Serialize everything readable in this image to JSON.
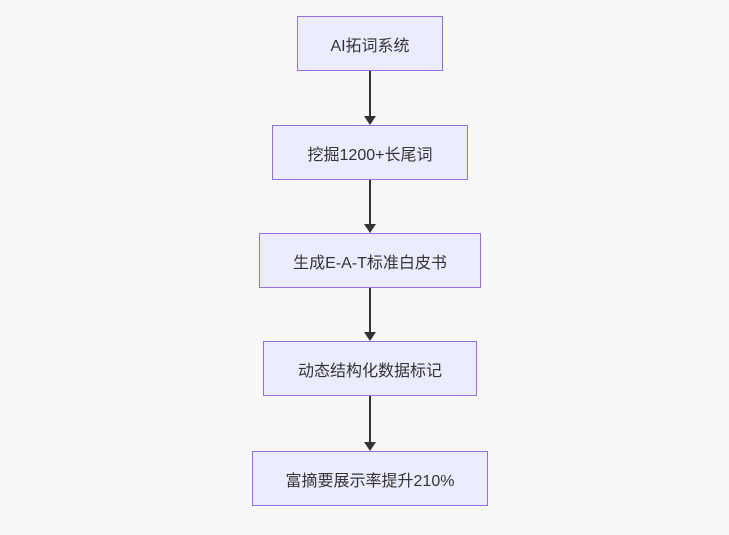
{
  "diagram": {
    "type": "flowchart-top-down",
    "colors": {
      "background": "#f8f8f8",
      "node_fill": "#ececff",
      "node_border": "#9370db",
      "text_color": "#333333",
      "arrow_color": "#333333"
    },
    "nodes": [
      {
        "id": "A",
        "label": "AI拓词系统"
      },
      {
        "id": "B",
        "label": "挖掘1200+长尾词"
      },
      {
        "id": "C",
        "label": "生成E-A-T标准白皮书"
      },
      {
        "id": "D",
        "label": "动态结构化数据标记"
      },
      {
        "id": "E",
        "label": "富摘要展示率提升210%"
      }
    ],
    "edges": [
      {
        "from": "A",
        "to": "B",
        "style": "arrow-down"
      },
      {
        "from": "B",
        "to": "C",
        "style": "arrow-down"
      },
      {
        "from": "C",
        "to": "D",
        "style": "arrow-down"
      },
      {
        "from": "D",
        "to": "E",
        "style": "arrow-down"
      }
    ]
  }
}
